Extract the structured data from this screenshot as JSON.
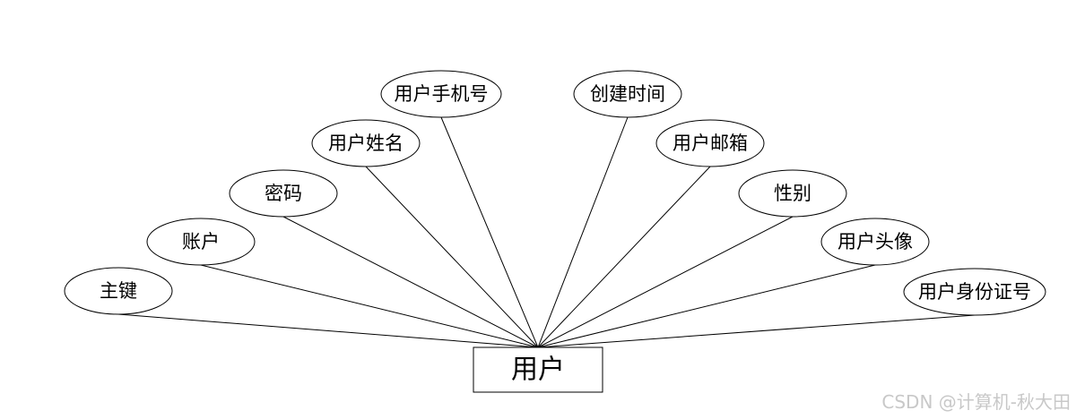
{
  "entity": {
    "label": "用户"
  },
  "attributes": [
    {
      "id": "pk",
      "label": "主键"
    },
    {
      "id": "account",
      "label": "账户"
    },
    {
      "id": "password",
      "label": "密码"
    },
    {
      "id": "name",
      "label": "用户姓名"
    },
    {
      "id": "phone",
      "label": "用户手机号"
    },
    {
      "id": "created",
      "label": "创建时间"
    },
    {
      "id": "email",
      "label": "用户邮箱"
    },
    {
      "id": "gender",
      "label": "性别"
    },
    {
      "id": "avatar",
      "label": "用户头像"
    },
    {
      "id": "idcard",
      "label": "用户身份证号"
    }
  ],
  "watermark": "CSDN @计算机-秋大田"
}
